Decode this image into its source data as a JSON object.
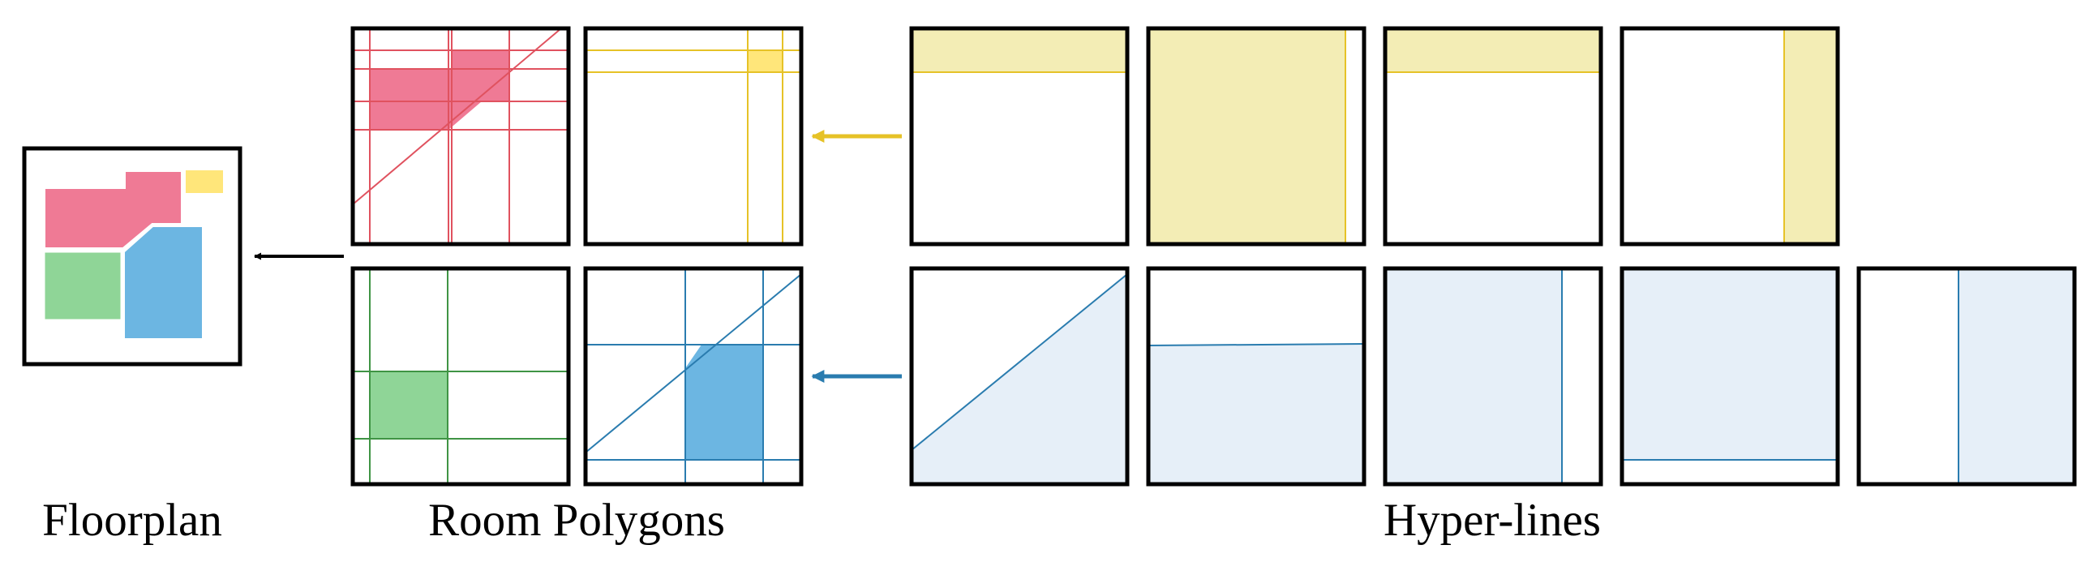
{
  "labels": {
    "floorplan": "Floorplan",
    "room_polygons": "Room Polygons",
    "hyper_lines": "Hyper-lines"
  },
  "colors": {
    "room_red": "#EF7A95",
    "room_yellow": "#FFE67A",
    "room_green": "#8FD597",
    "room_blue": "#6CB6E2",
    "line_red": "#E0525F",
    "line_yellow": "#E6C227",
    "line_green": "#3F9444",
    "line_blue": "#2A7CAF",
    "halfplane_yellow": "#F3EDB5",
    "halfplane_blue": "#E6EFF8",
    "frame": "#000000"
  },
  "rooms": [
    "red",
    "yellow",
    "green",
    "blue"
  ],
  "hyper_line_counts": {
    "yellow": 4,
    "blue": 5
  }
}
